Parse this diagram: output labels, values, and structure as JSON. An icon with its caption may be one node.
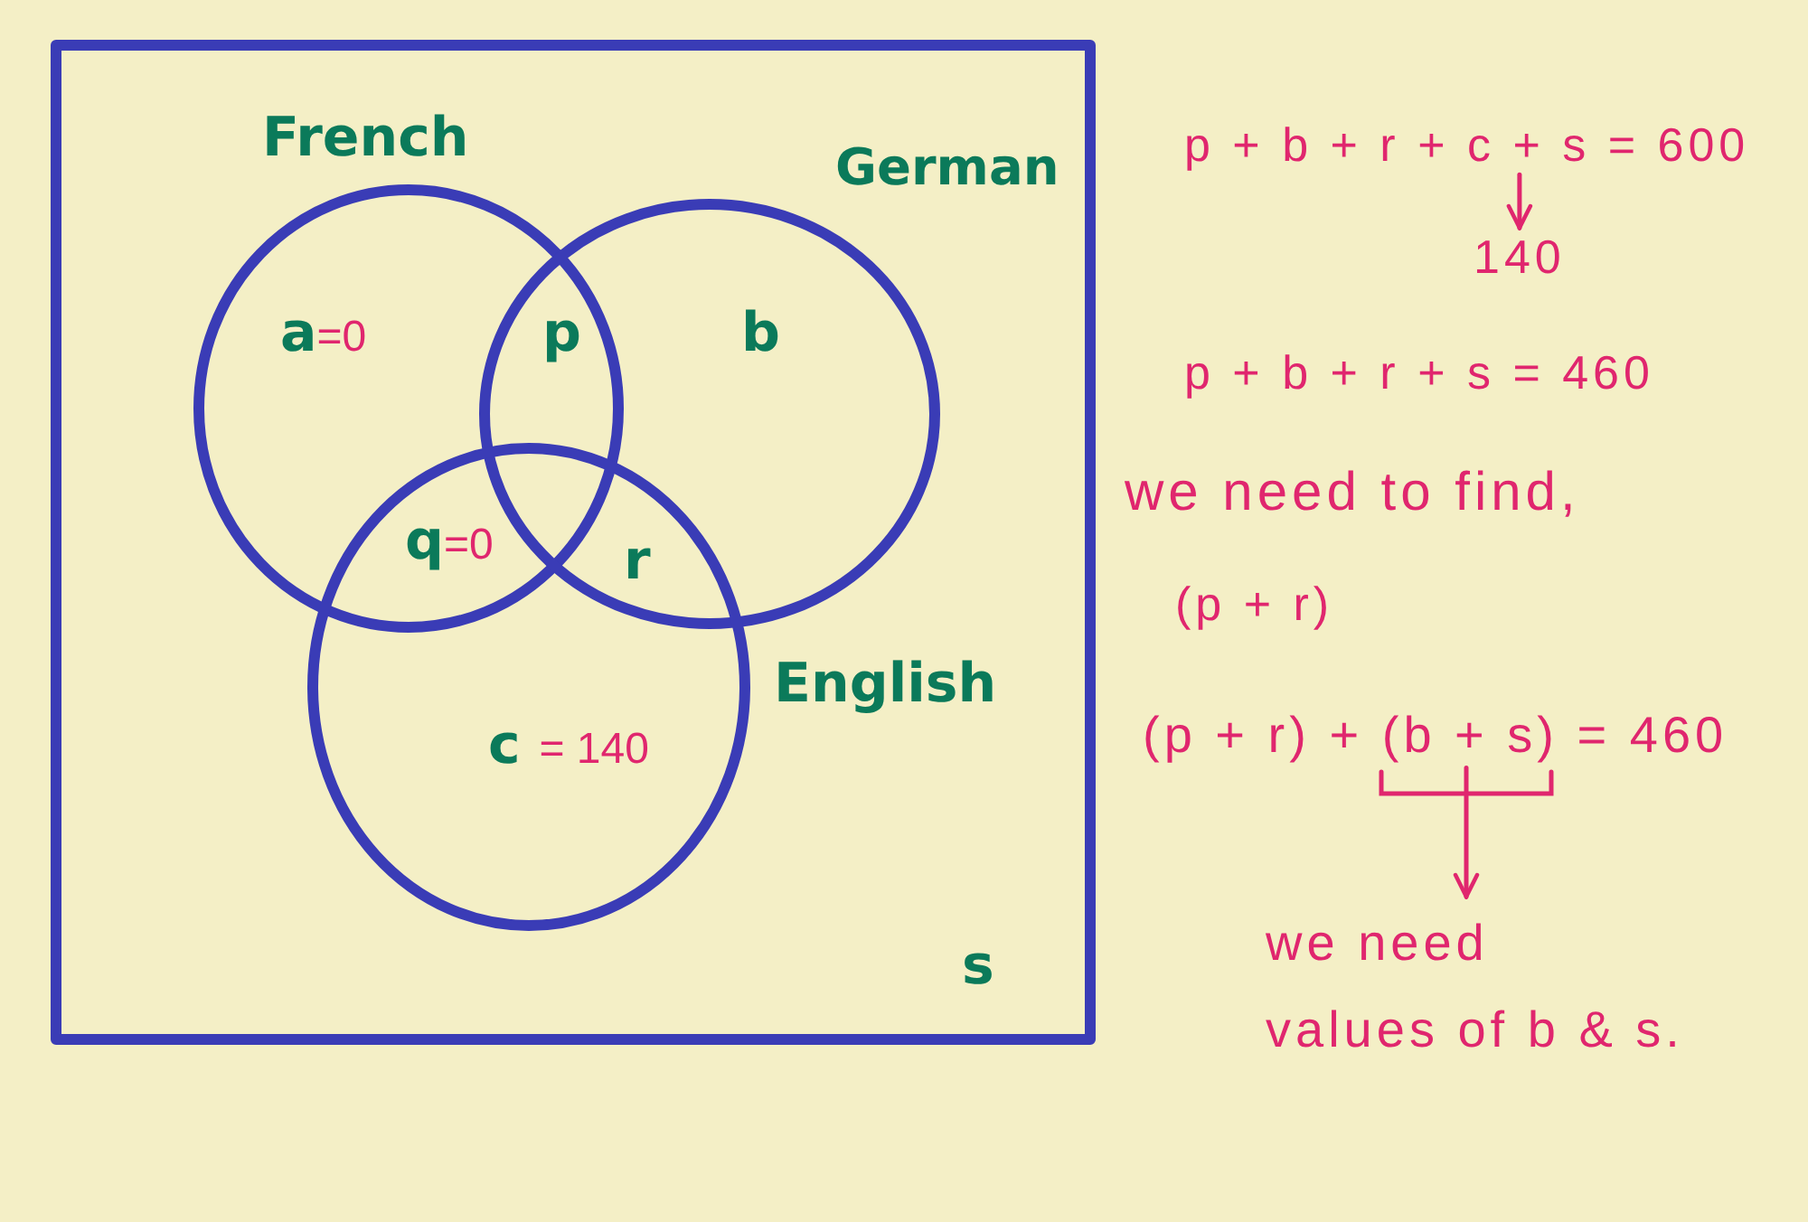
{
  "diagram": {
    "nodes": [
      {
        "text": [
          "s"
        ]
      },
      {
        "text": [
          "French",
          "a=0"
        ],
        "in": 0
      },
      {
        "text": [
          "German",
          "b"
        ],
        "in": 0
      },
      {
        "text": [
          "English",
          "c = 140"
        ],
        "in": 0
      },
      {
        "text": [
          "p + b + r + c + s = 600"
        ]
      },
      {
        "text": [
          "140"
        ]
      },
      {
        "text": [
          "(p + r) + (b + s) = 460"
        ]
      },
      {
        "text": [
          "we need values of b & s."
        ]
      }
    ],
    "edges": [
      {
        "from": 4,
        "to": 5,
        "arrow": "to"
      },
      {
        "from": 6,
        "to": 7,
        "arrow": "to"
      }
    ],
    "labels": [
      "p",
      "q=0",
      "r",
      "p + b + r + s = 460",
      "we need to find,",
      "(p + r)"
    ]
  }
}
